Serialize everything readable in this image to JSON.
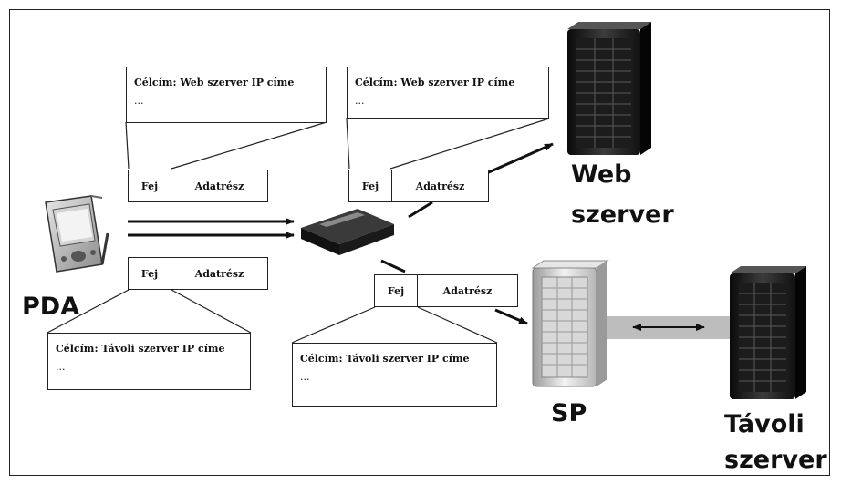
{
  "labels": {
    "pda": "PDA",
    "web_line1": "Web",
    "web_line2": "szerver",
    "sp": "SP",
    "remote_line1": "Távoli",
    "remote_line2": "szerver"
  },
  "callouts": {
    "web_left": {
      "line1": "Célcím: Web szerver IP címe",
      "line2": "..."
    },
    "web_right": {
      "line1": "Célcím: Web szerver IP címe",
      "line2": "..."
    },
    "remote_left": {
      "line1": "Célcím: Távoli szerver IP címe",
      "line2": "..."
    },
    "remote_mid": {
      "line1": "Célcím: Távoli szerver IP címe",
      "line2": "..."
    }
  },
  "packets": {
    "header_label": "Fej",
    "data_label": "Adatrész"
  },
  "colors": {
    "tunnel": "#bdbdbd",
    "ink": "#111111"
  }
}
